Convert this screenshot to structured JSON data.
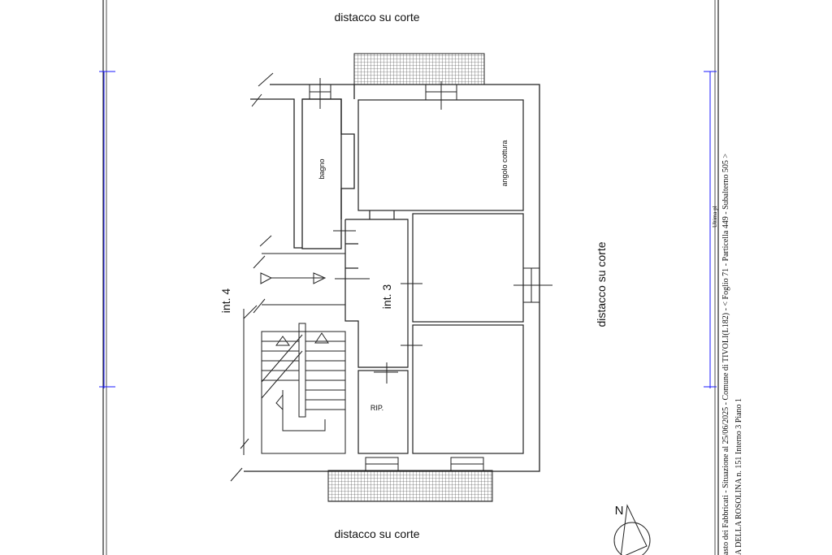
{
  "labels": {
    "top": "distacco su corte",
    "bottom": "distacco su corte",
    "right": "distacco su corte",
    "int4": "int. 4",
    "int3": "int. 3",
    "bagno": "bagno",
    "angolo": "angolo cottura",
    "rip": "RIP.",
    "north": "N"
  },
  "caption": {
    "line1": "asto dei Fabbricati - Situazione al 25/06/2025 - Comune di TIVOLI(L182) - <  Foglio 71 - Particella  449 - Subalterno 505 >",
    "line2": "A DELLA ROSOLINA n. 151  Interno 3 Piano 1",
    "stamp": "Ultima pl"
  },
  "colors": {
    "line": "#222222",
    "hatch": "#333333",
    "blue": "#1a1aff"
  },
  "icons": {
    "north": "compass-north-icon"
  }
}
